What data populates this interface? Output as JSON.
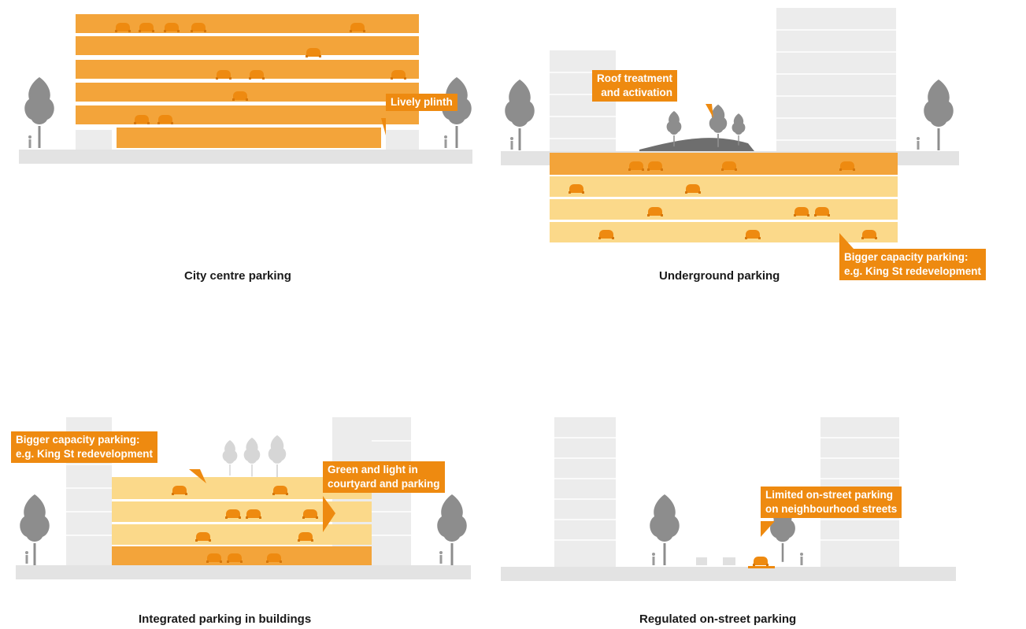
{
  "panels": [
    {
      "caption": "City centre parking",
      "labels": [
        {
          "lines": [
            "Lively plinth"
          ]
        }
      ]
    },
    {
      "caption": "Underground parking",
      "labels": [
        {
          "lines": [
            "Roof treatment",
            "and activation"
          ]
        },
        {
          "lines": [
            "Bigger capacity parking:",
            "e.g. King St redevelopment"
          ]
        }
      ]
    },
    {
      "caption": "Integrated parking in buildings",
      "labels": [
        {
          "lines": [
            "Bigger capacity parking:",
            "e.g. King St redevelopment"
          ]
        },
        {
          "lines": [
            "Green and light in",
            "courtyard and parking"
          ]
        }
      ]
    },
    {
      "caption": "Regulated on-street parking",
      "labels": [
        {
          "lines": [
            "Limited on-street parking",
            "on neighbourhood streets"
          ]
        }
      ]
    }
  ],
  "colors": {
    "accent": "#ee8a10",
    "parking_dark": "#f3a43a",
    "parking_light": "#fbd98a",
    "building": "#ededed",
    "ground": "#e3e3e3",
    "tree": "#8d8d8d"
  }
}
